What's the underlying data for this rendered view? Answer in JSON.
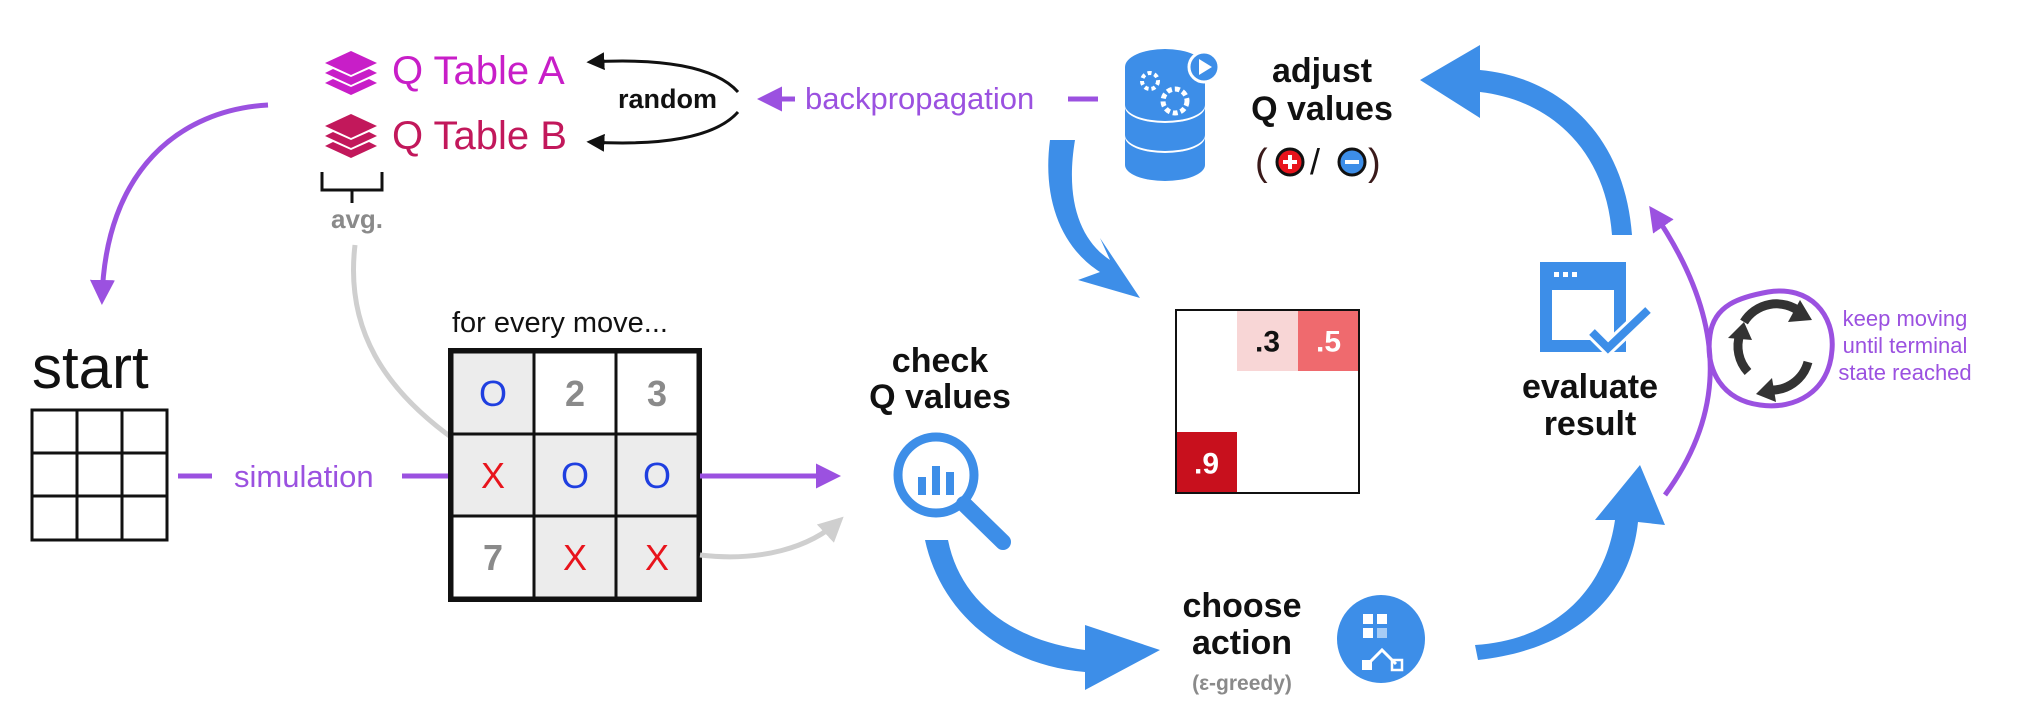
{
  "colors": {
    "purple": "#9b51e0",
    "magenta": "#c81ec8",
    "crimson": "#c2185b",
    "blue": "#3d8ee8",
    "gray": "#cfcfcf",
    "dark_gray": "#8a8a8a",
    "red_mark": "#e8141c",
    "blue_mark": "#1f3fe0"
  },
  "q_tables": {
    "table_a": "Q Table A",
    "table_b": "Q Table B",
    "avg": "avg.",
    "random": "random"
  },
  "backprop": {
    "label": "backpropagation"
  },
  "adjust": {
    "line1": "adjust",
    "line2": "Q values",
    "paren_open": "(",
    "slash": "/",
    "paren_close": ")"
  },
  "start": {
    "label": "start"
  },
  "simulation": {
    "label": "simulation"
  },
  "board": {
    "caption": "for every move...",
    "cells": [
      {
        "text": "O",
        "kind": "o",
        "shaded": true
      },
      {
        "text": "2",
        "kind": "num",
        "shaded": false
      },
      {
        "text": "3",
        "kind": "num",
        "shaded": false
      },
      {
        "text": "X",
        "kind": "x",
        "shaded": true
      },
      {
        "text": "O",
        "kind": "o",
        "shaded": true
      },
      {
        "text": "O",
        "kind": "o",
        "shaded": true
      },
      {
        "text": "7",
        "kind": "num",
        "shaded": false
      },
      {
        "text": "X",
        "kind": "x",
        "shaded": true
      },
      {
        "text": "X",
        "kind": "x",
        "shaded": true
      }
    ]
  },
  "check": {
    "line1": "check",
    "line2": "Q values"
  },
  "q_grid": {
    "cells": [
      {
        "text": "",
        "value": null
      },
      {
        "text": ".3",
        "value": 0.3
      },
      {
        "text": ".5",
        "value": 0.5
      },
      {
        "text": "",
        "value": null
      },
      {
        "text": "",
        "value": null
      },
      {
        "text": "",
        "value": null
      },
      {
        "text": ".9",
        "value": 0.9
      },
      {
        "text": "",
        "value": null
      },
      {
        "text": "",
        "value": null
      }
    ]
  },
  "choose": {
    "line1": "choose",
    "line2": "action",
    "note": "(ε-greedy)"
  },
  "evaluate": {
    "line1": "evaluate",
    "line2": "result"
  },
  "loop_note": {
    "line1": "keep moving",
    "line2": "until terminal",
    "line3": "state reached"
  }
}
